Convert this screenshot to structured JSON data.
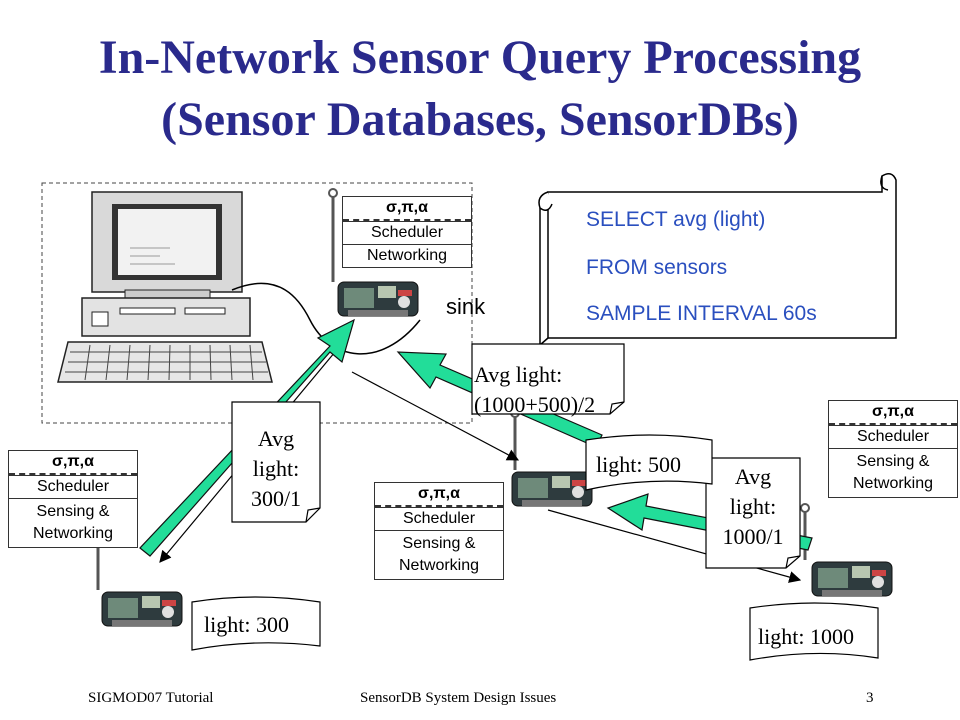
{
  "title_line1": "In-Network Sensor Query Processing",
  "title_line2": "(Sensor Databases, SensorDBs)",
  "stack_ops": "σ,π,α",
  "stack_scheduler": "Scheduler",
  "stack_networking": "Networking",
  "stack_sensing_line1": "Sensing &",
  "stack_sensing_line2": "Networking",
  "sink_label": "sink",
  "query": {
    "line1": "SELECT avg (light)",
    "line2": "FROM sensors",
    "line3": "SAMPLE INTERVAL 60s"
  },
  "readings": {
    "left": "light: 300",
    "middle": "light: 500",
    "right": "light: 1000"
  },
  "notes": {
    "left_l1": "Avg",
    "left_l2": "light:",
    "left_l3": "300/1",
    "mid_l1": "Avg light:",
    "mid_l2": "(1000+500)/2",
    "right_l1": "Avg",
    "right_l2": "light:",
    "right_l3": "1000/1"
  },
  "footer": {
    "left": "SIGMOD07 Tutorial",
    "center": "SensorDB System Design Issues",
    "page": "3"
  },
  "colors": {
    "title": "#2a2a8c",
    "sql": "#2a4fbf",
    "arrow": "#22dd99"
  }
}
